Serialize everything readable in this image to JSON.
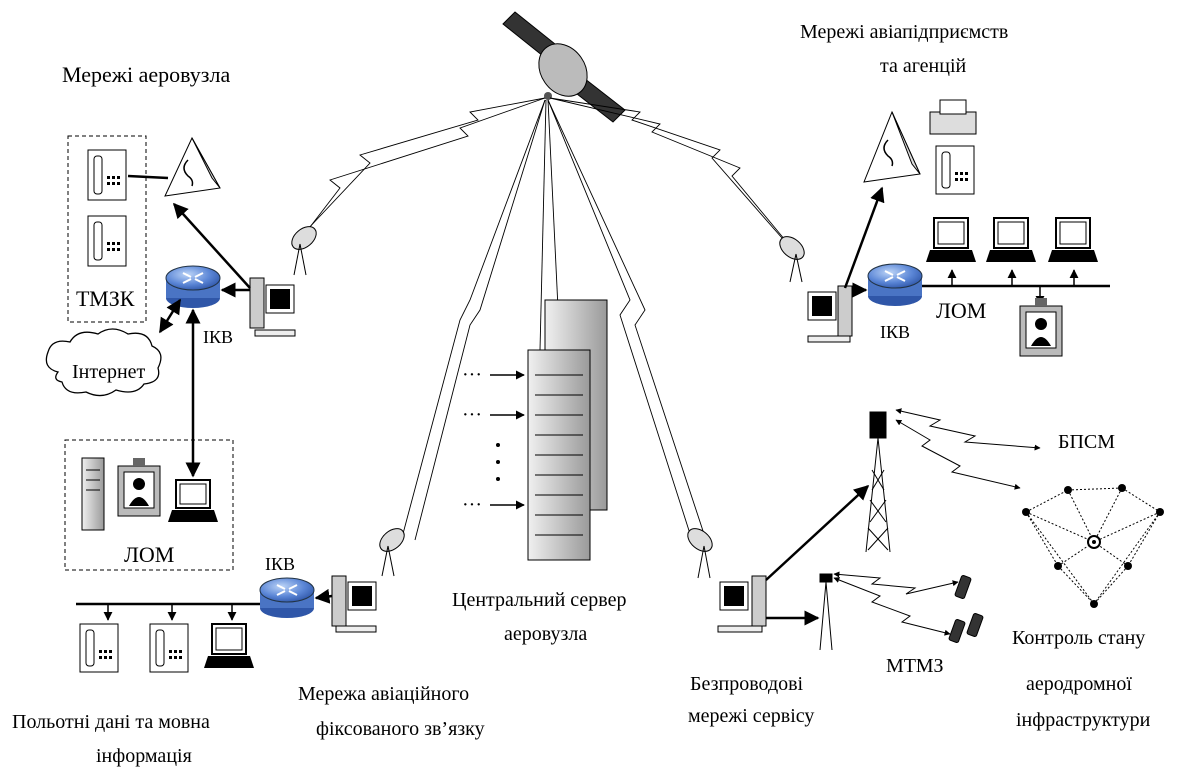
{
  "labels": {
    "airport_networks": "Мережі аеровузла",
    "airline_networks_l1": "Мережі авіапідприємств",
    "airline_networks_l2": "та агенцій",
    "tmzk": "ТМЗК",
    "ikv_top_left": "ІКВ",
    "internet": "Інтернет",
    "lom_left": "ЛОМ",
    "ikv_bottom_left": "ІКВ",
    "ikv_right": "ІКВ",
    "lom_right": "ЛОМ",
    "server_l1": "Центральний сервер",
    "server_l2": "аеровузла",
    "afs_l1": "Мережа авіаційного",
    "afs_l2": "фіксованого зв’язку",
    "flight_l1": "Польотні дані та мовна",
    "flight_l2": "інформація",
    "wireless_l1": "Безпроводові",
    "wireless_l2": "мережі сервісу",
    "mtmz": "МТМЗ",
    "bpsm": "БПСМ",
    "control_l1": "Контроль стану",
    "control_l2": "аеродромної",
    "control_l3": "інфраструктури",
    "dots_1": "···",
    "dots_2": "···",
    "dots_3": "···"
  }
}
